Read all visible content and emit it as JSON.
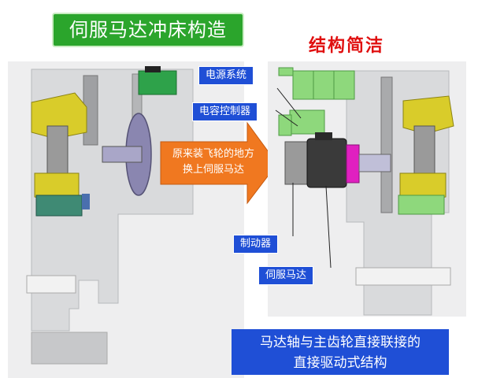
{
  "title": "伺服马达冲床构造",
  "subtitle": "结构简洁",
  "labels": {
    "power_system": "电源系统",
    "capacitor_controller": "电容控制器",
    "brake": "制动器",
    "servo_motor": "伺服马达"
  },
  "arrow_text": {
    "line1": "原来装飞轮的地方",
    "line2": "换上伺服马达"
  },
  "bottom_note": {
    "line1": "马达轴与主齿轮直接联接的",
    "line2": "直接驱动式结构"
  },
  "colors": {
    "title_bg": "#2ba52c",
    "subtitle": "#e01010",
    "label_bg": "#1f4fd6",
    "arrow": "#f07820",
    "gear_yellow": "#d9cc2a",
    "cabinet_green": "#8ed87c",
    "motor_body": "#3a3a3a",
    "coupling_magenta": "#e020c0",
    "flywheel_purple": "#8a86b0"
  }
}
